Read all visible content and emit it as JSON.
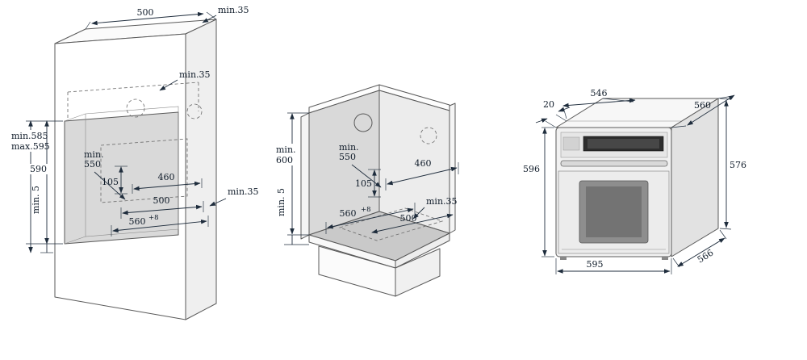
{
  "figure": {
    "type": "oven-installation-dimension-diagram",
    "background": "#ffffff",
    "line_color": "#5a5a5a",
    "dimension_color": "#1f2d3d"
  },
  "tall_cabinet": {
    "top_width": "500",
    "top_clearance": "min.35",
    "vent_clearance": "min.35",
    "height_min": "min.585",
    "height_max": "max.595",
    "niche_height": "590",
    "bottom_clearance": "min. 5",
    "depth_label_line1": "min.",
    "depth_label_line2": "550",
    "recess_height": "105",
    "inner_width": "460",
    "opening_width": "500",
    "niche_width": "560",
    "niche_width_tolerance": "+8",
    "rear_clearance": "min.35"
  },
  "base_cabinet": {
    "height_label_line1": "min.",
    "height_label_line2": "600",
    "bottom_clearance": "min. 5",
    "depth_label_line1": "min.",
    "depth_label_line2": "550",
    "recess_height": "105",
    "inner_width": "460",
    "opening_width": "500",
    "niche_width": "560",
    "niche_width_tolerance": "+8",
    "rear_clearance": "min.35"
  },
  "oven": {
    "front_frame_depth": "20",
    "body_depth": "546",
    "top_depth": "560",
    "height": "596",
    "body_height": "576",
    "width": "595",
    "bottom_depth": "566"
  }
}
